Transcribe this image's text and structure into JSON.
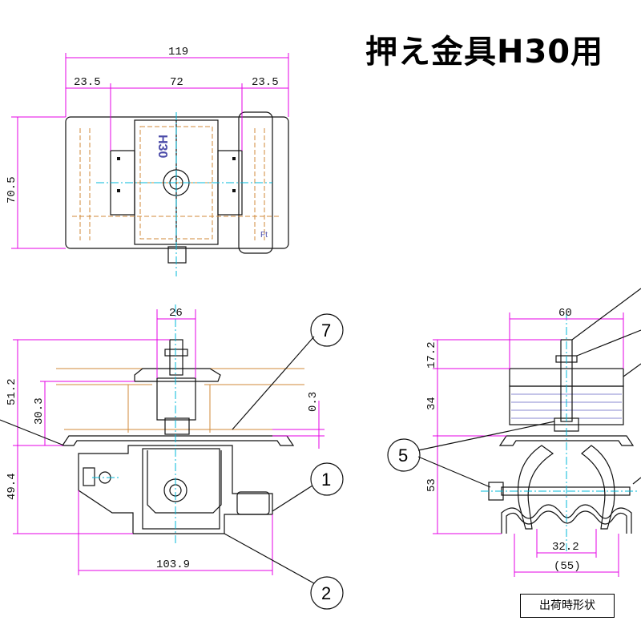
{
  "title": "押え金具H30用",
  "shipping_label": "出荷時形状",
  "top_view": {
    "overall_width": "119",
    "left_offset": "23.5",
    "center_width": "72",
    "right_offset": "23.5",
    "height": "70.5",
    "part_mark": "H30",
    "corner_mark": "Ft"
  },
  "front_view": {
    "bolt_width": "26",
    "total_height": "51.2",
    "upper_height": "30.3",
    "gap": "0.3",
    "base_height": "49.4",
    "base_width": "103.9"
  },
  "side_view": {
    "top_width": "60",
    "top_height": "17.2",
    "mid_height": "34",
    "lower_height": "53",
    "inner_width": "32.2",
    "outer_width": "(55)"
  },
  "balloons": [
    "7",
    "1",
    "2",
    "5"
  ],
  "colors": {
    "dimension": "#e600e6",
    "hidden": "#d08a3a",
    "centerline": "#00b8d8",
    "outline": "#111111"
  }
}
